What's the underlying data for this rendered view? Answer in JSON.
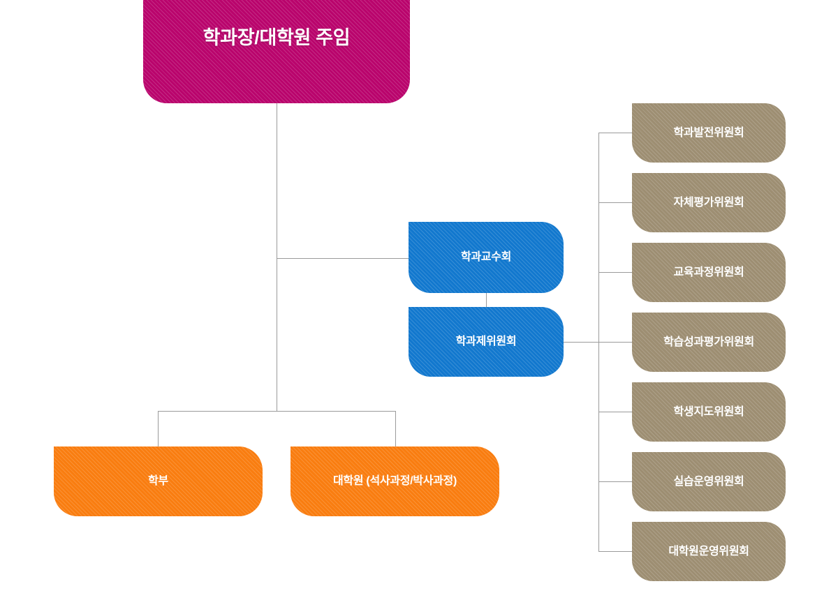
{
  "chart_title": "학과 조직도",
  "root": {
    "label": "학과장/대학원 주임",
    "color": "#b9046c"
  },
  "governance": {
    "color": "#1278ce",
    "items": [
      {
        "label": "학과교수회"
      },
      {
        "label": "학과제위원회"
      }
    ]
  },
  "programs": {
    "color": "#f97d10",
    "items": [
      {
        "label": "학부"
      },
      {
        "label": "대학원 (석사과정/박사과정)"
      }
    ]
  },
  "committees": {
    "color": "#9d8e72",
    "items": [
      {
        "label": "학과발전위원회"
      },
      {
        "label": "자체평가위원회"
      },
      {
        "label": "교육과정위원회"
      },
      {
        "label": "학습성과평가위원회"
      },
      {
        "label": "학생지도위원회"
      },
      {
        "label": "실습운영위원회"
      },
      {
        "label": "대학원운영위원회"
      }
    ]
  },
  "connector_color": "#9a9a9a"
}
